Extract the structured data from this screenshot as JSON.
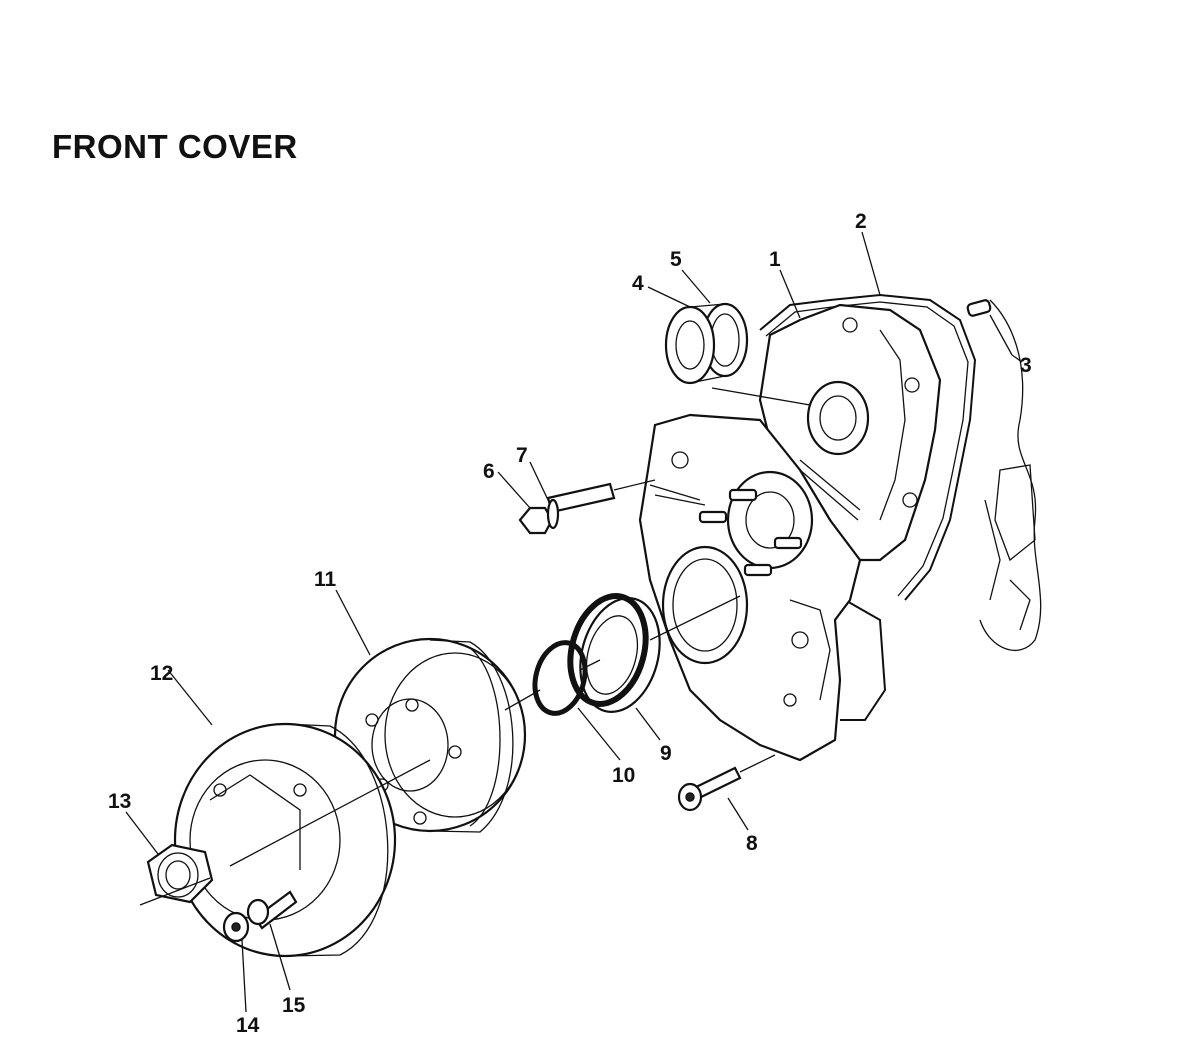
{
  "title": "FRONT COVER",
  "callouts": [
    {
      "id": "1",
      "label": "1"
    },
    {
      "id": "2",
      "label": "2"
    },
    {
      "id": "3",
      "label": "3"
    },
    {
      "id": "4",
      "label": "4"
    },
    {
      "id": "5",
      "label": "5"
    },
    {
      "id": "6",
      "label": "6"
    },
    {
      "id": "7",
      "label": "7"
    },
    {
      "id": "8",
      "label": "8"
    },
    {
      "id": "9",
      "label": "9"
    },
    {
      "id": "10",
      "label": "10"
    },
    {
      "id": "11",
      "label": "11"
    },
    {
      "id": "12",
      "label": "12"
    },
    {
      "id": "13",
      "label": "13"
    },
    {
      "id": "14",
      "label": "14"
    },
    {
      "id": "15",
      "label": "15"
    }
  ]
}
